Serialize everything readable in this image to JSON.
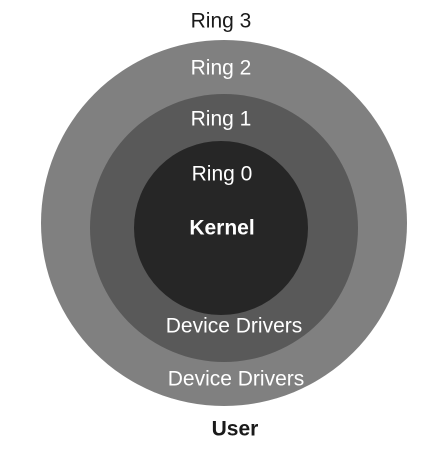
{
  "colors": {
    "background": "#ffffff",
    "ring3_fill": "#808080",
    "ring1_fill": "#595959",
    "ring0_fill": "#262626",
    "light_text": "#ffffff",
    "dark_text": "#1a1a1a"
  },
  "rings": {
    "ring3": {
      "label": "Ring 3",
      "bottom_label": "User"
    },
    "ring2": {
      "label": "Ring 2",
      "bottom_label": "Device Drivers"
    },
    "ring1": {
      "label": "Ring 1",
      "bottom_label": "Device Drivers"
    },
    "ring0": {
      "label": "Ring 0",
      "center_label": "Kernel"
    }
  }
}
